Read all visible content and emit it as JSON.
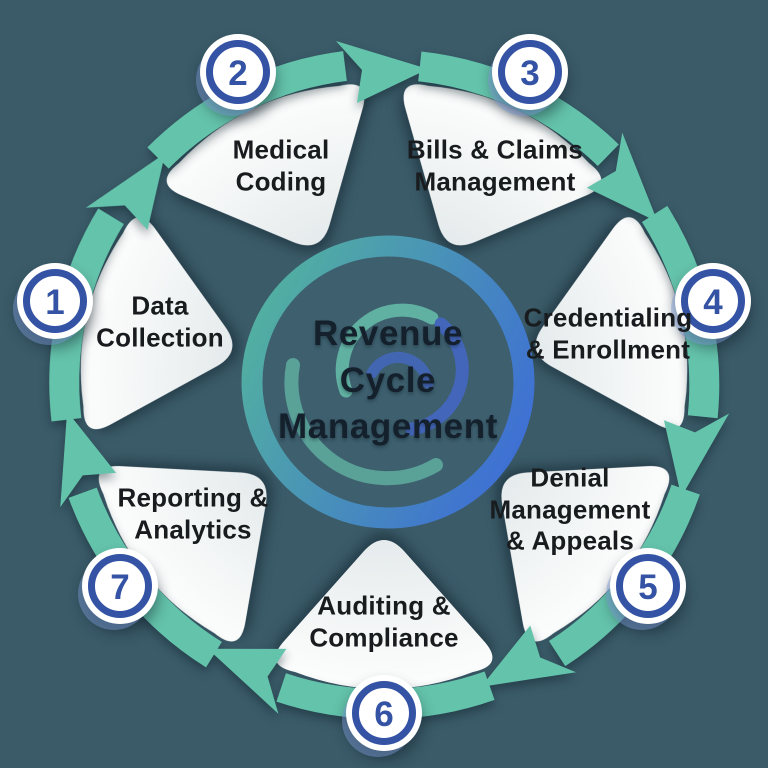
{
  "title": {
    "text": "Revenue\nCycle\nManagement"
  },
  "segments": [
    {
      "number": "1",
      "label": "Data\nCollection"
    },
    {
      "number": "2",
      "label": "Medical\nCoding"
    },
    {
      "number": "3",
      "label": "Bills & Claims\nManagement"
    },
    {
      "number": "4",
      "label": "Credentialing\n& Enrollment"
    },
    {
      "number": "5",
      "label": "Denial\nManagement\n& Appeals"
    },
    {
      "number": "6",
      "label": "Auditing &\nCompliance"
    },
    {
      "number": "7",
      "label": "Reporting &\nAnalytics"
    }
  ],
  "colors": {
    "background": "#3b5b69",
    "arrowMint": "#64c3ab",
    "badgeBlue": "#3453a5",
    "ringTeal": "#52b0a0",
    "ringBlue": "#3e6fd4",
    "centerDisc": "#3d5f6e",
    "wedgeWhite": "#f9fbfb",
    "labelText": "#191c1e",
    "titleText": "#14202c",
    "swirlTeal": "#68c0ac",
    "swirlBlue": "#4668c8"
  }
}
